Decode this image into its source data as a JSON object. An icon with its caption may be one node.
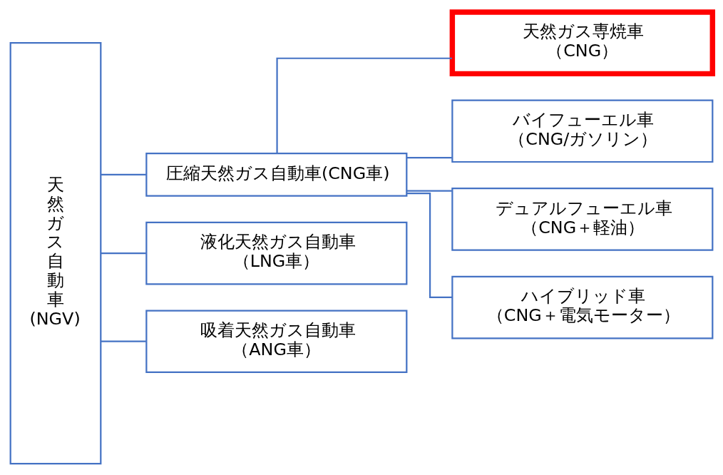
{
  "diagram": {
    "nodes": [
      {
        "text": [
          "天然ガス自動車(NGV)"
        ]
      },
      {
        "text": [
          "圧縮天然ガス自動車(CNG車)"
        ]
      },
      {
        "text": [
          "液化天然ガス自動車",
          "（LNG車）"
        ]
      },
      {
        "text": [
          "吸着天然ガス自動車",
          "（ANG車）"
        ]
      },
      {
        "text": [
          "天然ガス専焼車",
          "（CNG）"
        ]
      },
      {
        "text": [
          "バイフューエル車",
          "（CNG/ガソリン）"
        ]
      },
      {
        "text": [
          "デュアルフューエル車",
          "（CNG＋軽油）"
        ]
      },
      {
        "text": [
          "ハイブリッド車",
          "（CNG＋電気モーター）"
        ]
      }
    ],
    "edges": [
      {
        "from": 0,
        "to": 1,
        "arrow": "none"
      },
      {
        "from": 0,
        "to": 2,
        "arrow": "none"
      },
      {
        "from": 0,
        "to": 3,
        "arrow": "none"
      },
      {
        "from": 1,
        "to": 4,
        "arrow": "none"
      },
      {
        "from": 1,
        "to": 5,
        "arrow": "none"
      },
      {
        "from": 1,
        "to": 6,
        "arrow": "none"
      },
      {
        "from": 1,
        "to": 7,
        "arrow": "none"
      }
    ]
  }
}
